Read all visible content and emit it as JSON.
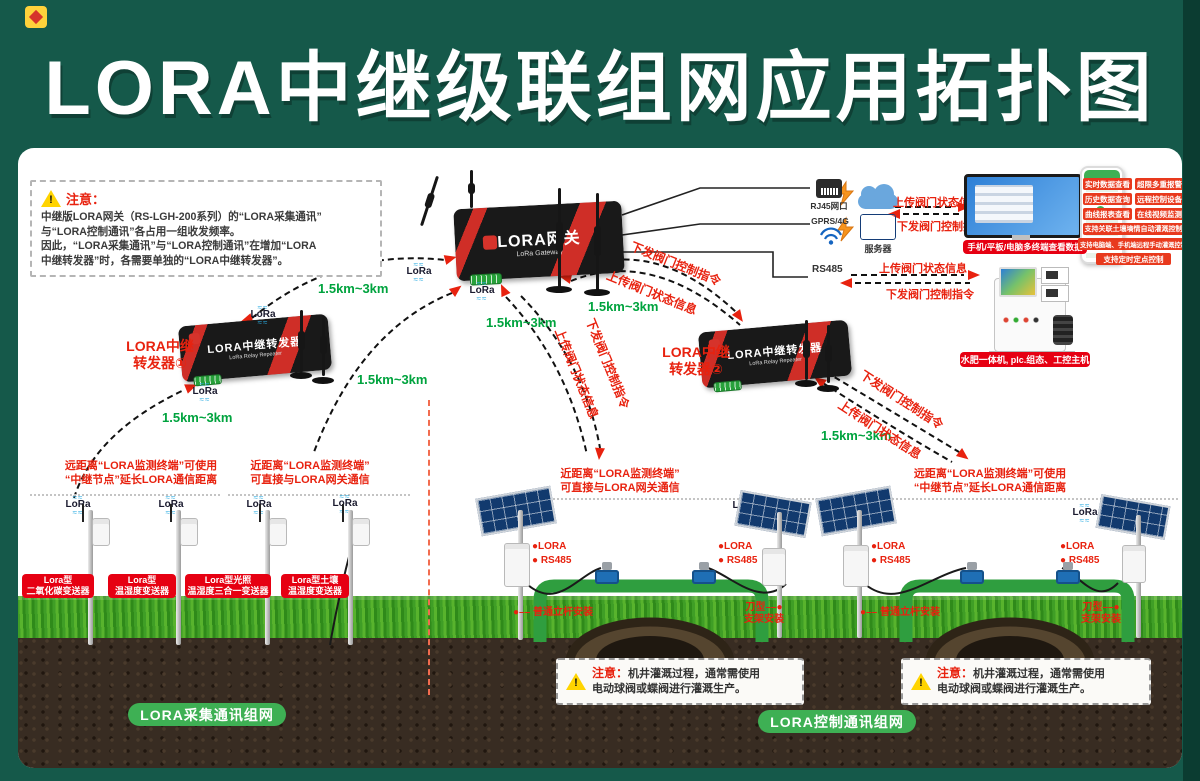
{
  "title": "LORA中继级联组网应用拓扑图",
  "notice": {
    "exclaim": "!",
    "title": "注意：",
    "lines": [
      "中继版LORA网关（RS-LGH-200系列）的“LORA采集通讯”",
      "与“LORA控制通讯”各占用一组收发频率。",
      "因此，“LORA采集通讯”与“LORA控制通讯”在增加“LORA",
      "中继转发器”时，各需要单独的“LORA中继转发器”。"
    ]
  },
  "gateway": {
    "title": "LORA网关",
    "subtitle": "LoRa Gateway"
  },
  "relay": {
    "device_title": "LORA中继转发器",
    "device_subtitle": "LoRa Relay Repeater",
    "label1_line1": "LORA中继",
    "label1_line2": "转发器①",
    "label2_line1": "LORA中继",
    "label2_line2": "转发器②"
  },
  "cloud": {
    "rj45": "RJ45网口",
    "gprs": "GPRS/4G",
    "server_label": "服务器",
    "rs485": "RS485",
    "terminal_badge": "手机/平板/电脑多终端查看数据",
    "machine_badge": "水肥一体机, plc.组态、工控主机",
    "features": [
      "实时数据查看",
      "超限多重报警",
      "历史数据查询",
      "远程控制设备",
      "曲线报表查看",
      "在线视频监测",
      "支持关联土壤墒情自动灌溉控制",
      "支持电脑端、手机端远程手动灌溉控制",
      "支持定时定点控制"
    ]
  },
  "links": {
    "distance": "1.5km~3km",
    "upload": "上传阀门状态信息",
    "download": "下发阀门控制指令"
  },
  "notes": {
    "far_line1": "远距离“LORA监测终端”可使用",
    "far_line2": "“中继节点”延长LORA通信距离",
    "near_line1": "近距离“LORA监测终端”",
    "near_line2": "可直接与LORA网关通信"
  },
  "sensors": [
    {
      "line1": "Lora型",
      "line2": "二氧化碳变送器"
    },
    {
      "line1": "Lora型",
      "line2": "温湿度变送器"
    },
    {
      "line1": "Lora型光照",
      "line2": "温湿度三合一变送器"
    },
    {
      "line1": "Lora型土壤",
      "line2": "温湿度变送器"
    }
  ],
  "install": {
    "lora_item": "●LORA",
    "rs485_item": "● RS485",
    "marker_left": "●––",
    "marker_right": "––●",
    "pole": "普通立杆安装",
    "blade_top": "刀型",
    "blade_bottom": "支架安装"
  },
  "warn2": {
    "title": "注意：",
    "line1": "机井灌溉过程，通常需使用",
    "line2": "电动球阀或蝶阀进行灌溉生产。"
  },
  "groups": {
    "left": "LORA采集通讯组网",
    "right": "LORA控制通讯组网"
  },
  "lora": {
    "name": "LoRa",
    "wave": "≈≈"
  }
}
